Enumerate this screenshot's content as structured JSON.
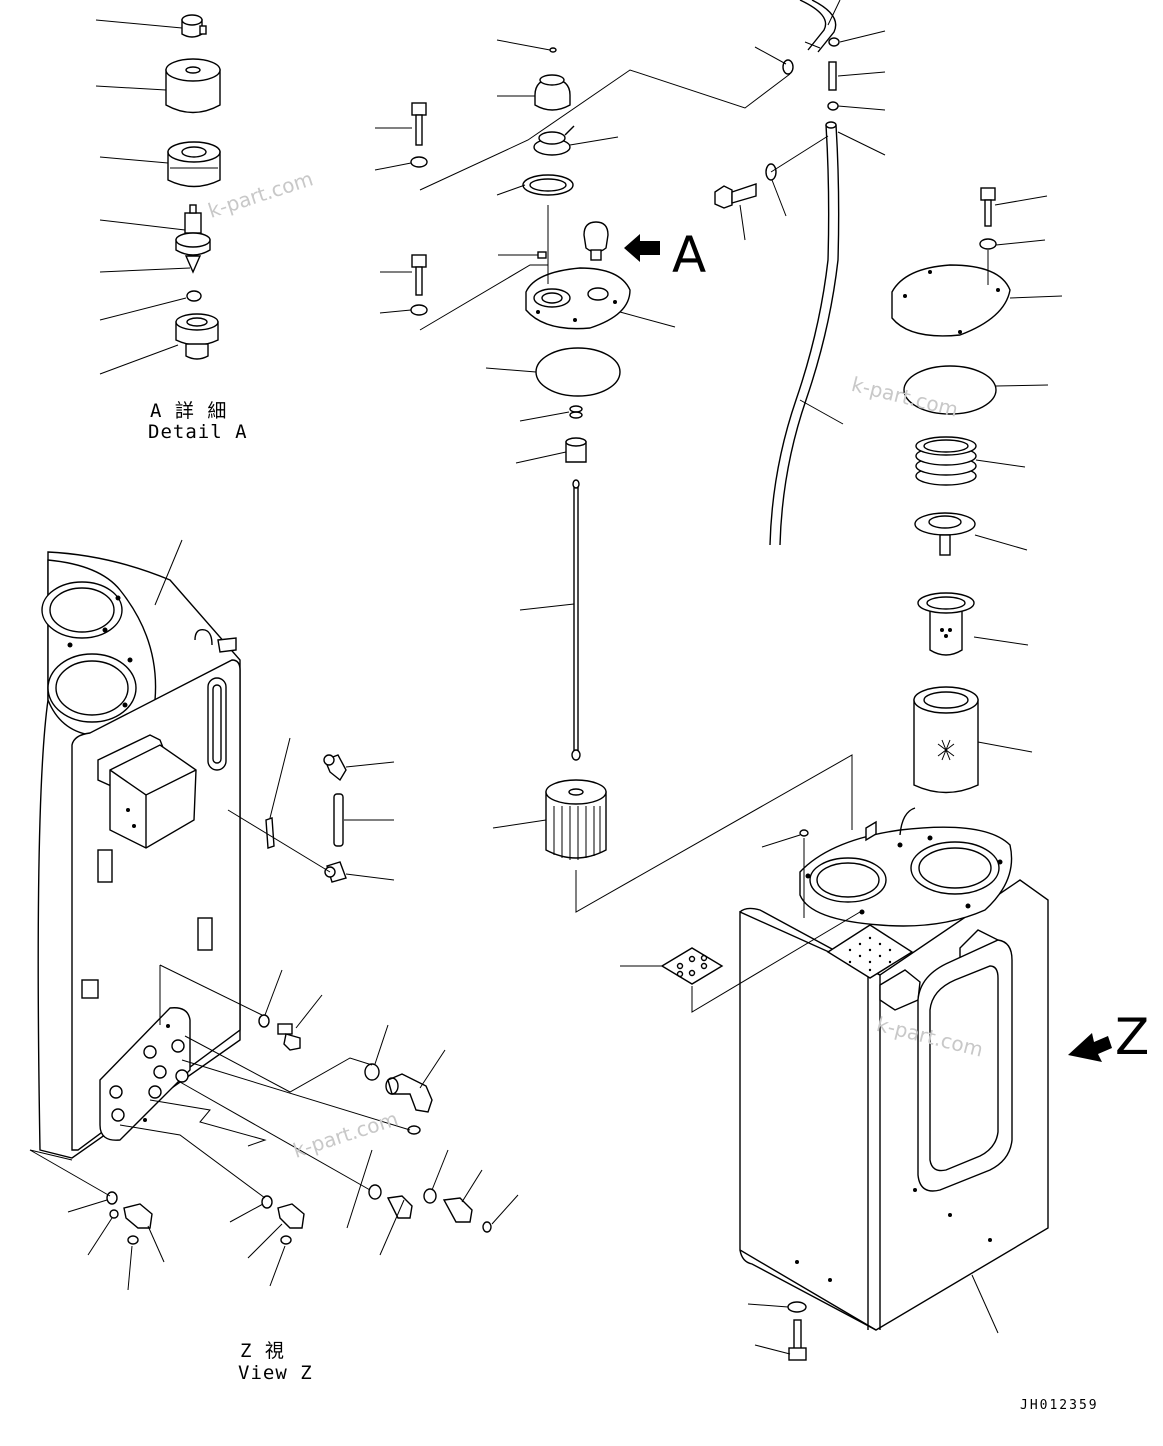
{
  "diagram": {
    "detail_a_caption_jp": "A 詳 細",
    "detail_a_caption_en": "Detail A",
    "view_z_caption_jp": "Z 視",
    "view_z_caption_en": "View Z",
    "arrow_a_letter": "A",
    "arrow_z_letter": "Z",
    "drawing_number": "JH012359",
    "watermark": "k-part.com"
  }
}
